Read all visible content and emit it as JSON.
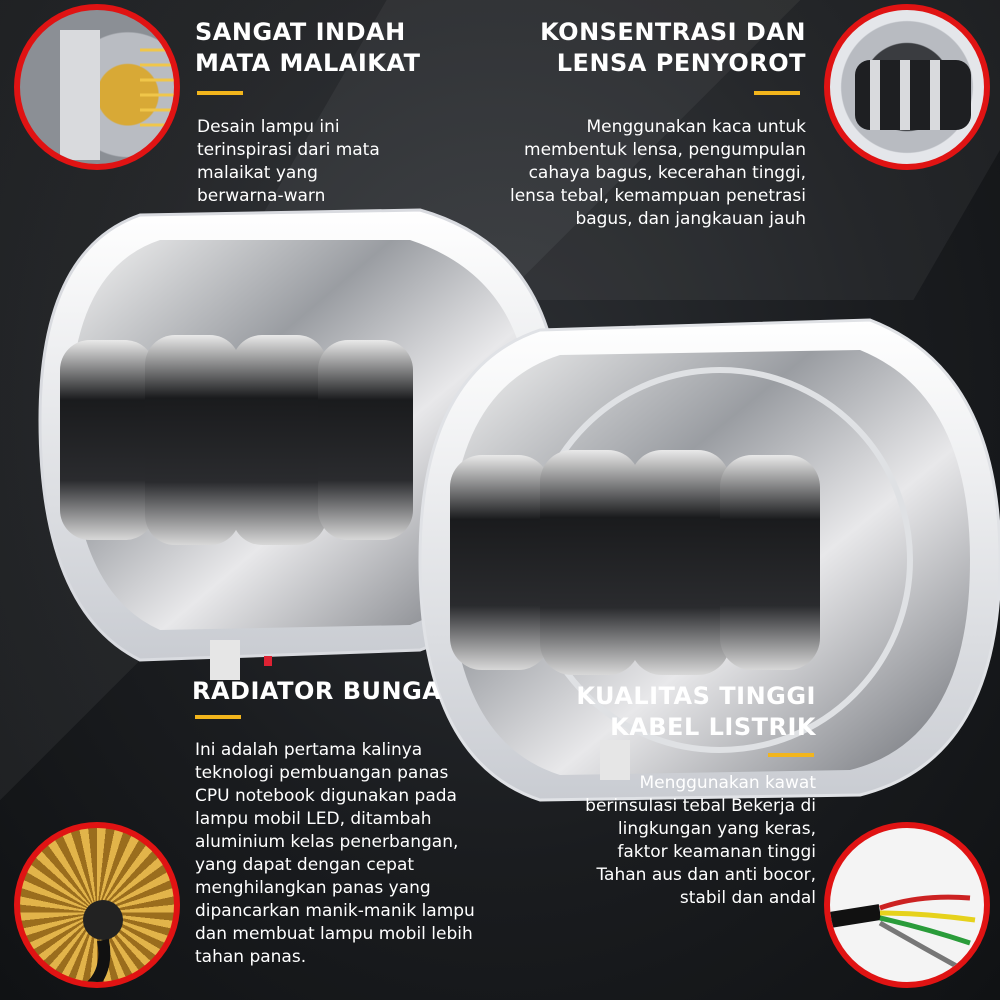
{
  "sections": {
    "top_left": {
      "title": [
        "SANGAT INDAH",
        "MATA MALAIKAT"
      ],
      "body": [
        "Desain lampu ini",
        "terinspirasi dari mata",
        "malaikat yang",
        "berwarna-warn"
      ],
      "icon": "heatsink-closeup"
    },
    "top_right": {
      "title": [
        "KONSENTRASI DAN",
        "LENSA PENYOROT"
      ],
      "body": [
        "Menggunakan kaca untuk",
        "membentuk lensa, pengumpulan",
        "cahaya bagus, kecerahan tinggi,",
        "lensa tebal, kemampuan penetrasi",
        "bagus, dan jangkauan jauh"
      ],
      "icon": "lens-closeup"
    },
    "bottom_left": {
      "title": [
        "RADIATOR BUNGA"
      ],
      "body": [
        "Ini adalah pertama kalinya",
        "teknologi pembuangan panas",
        "CPU notebook digunakan pada",
        "lampu mobil LED, ditambah",
        "aluminium kelas penerbangan,",
        "yang dapat dengan cepat",
        "menghilangkan panas yang",
        "dipancarkan manik-manik lampu",
        "dan membuat lampu mobil lebih",
        "tahan panas."
      ],
      "icon": "flower-radiator-closeup"
    },
    "bottom_right": {
      "title": [
        "KUALITAS TINGGI",
        "KABEL LISTRIK"
      ],
      "body": [
        "Menggunakan kawat",
        "berinsulasi tebal Bekerja di",
        "lingkungan yang keras,",
        "faktor keamanan tinggi",
        "Tahan aus dan anti bocor,",
        "stabil dan andal"
      ],
      "icon": "cable-closeup"
    }
  },
  "colors": {
    "accent_bar": "#f2b51c",
    "circle_border": "#e01313",
    "text": "#ffffff"
  }
}
